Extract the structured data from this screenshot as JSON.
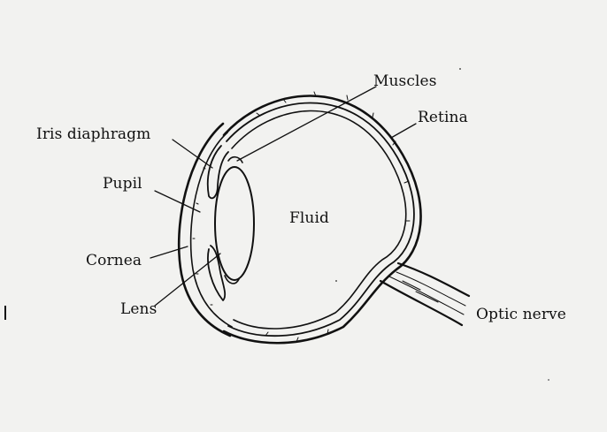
{
  "diagram": {
    "labels": {
      "muscles": "Muscles",
      "retina": "Retina",
      "iris": "Iris diaphragm",
      "pupil": "Pupil",
      "fluid": "Fluid",
      "cornea": "Cornea",
      "lens": "Lens",
      "optic_nerve": "Optic nerve"
    },
    "colors": {
      "ink": "#111111",
      "paper": "#f2f2f0"
    }
  }
}
